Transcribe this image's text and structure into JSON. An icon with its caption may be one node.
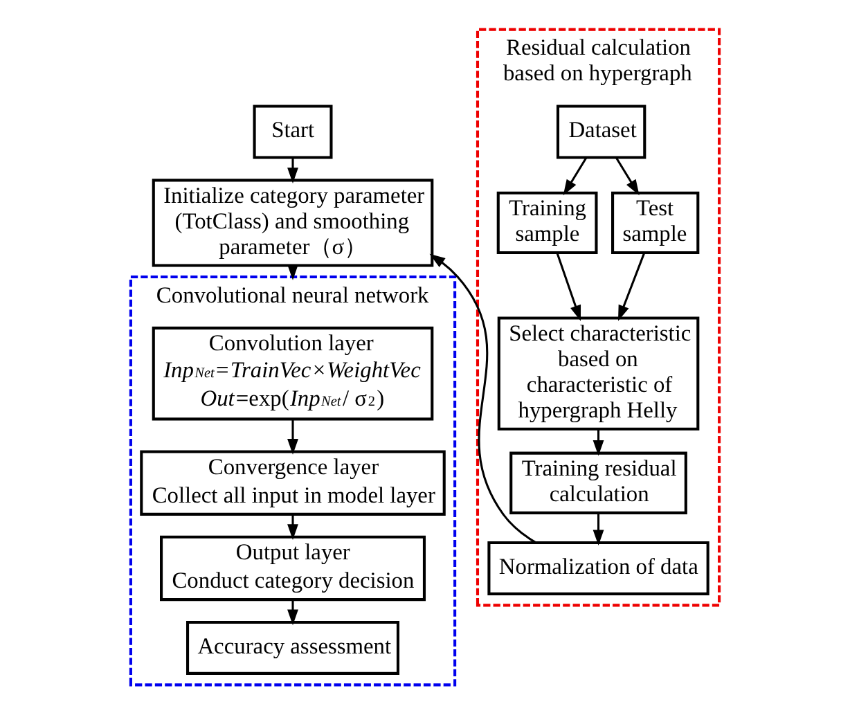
{
  "diagram": {
    "nodes": [
      {
        "text": [
          "Start"
        ]
      },
      {
        "text": [
          "Initialize category parameter (TotClass) and smoothing parameter（σ）"
        ]
      },
      {
        "text": [
          "Convolutional neural network"
        ]
      },
      {
        "text": [
          "Convolution layer",
          "*Inp*$_{Net}$=*TrainVec*×*WeightVec*",
          "*Out*=exp(*Inp*$_{Net}$/ σ$^{2}$)"
        ],
        "in": 2
      },
      {
        "text": [
          "Convergence layer",
          "Collect all input in model layer"
        ],
        "in": 2
      },
      {
        "text": [
          "Output layer",
          "Conduct category decision"
        ],
        "in": 2
      },
      {
        "text": [
          "Accuracy assessment"
        ],
        "in": 2
      },
      {
        "text": [
          "Residual calculation based on hypergraph"
        ]
      },
      {
        "text": [
          "Dataset"
        ],
        "in": 7
      },
      {
        "text": [
          "Training sample"
        ],
        "in": 7
      },
      {
        "text": [
          "Test sample"
        ],
        "in": 7
      },
      {
        "text": [
          "Select characteristic based on characteristic of hypergraph Helly"
        ],
        "in": 7
      },
      {
        "text": [
          "Training residual calculation"
        ],
        "in": 7
      },
      {
        "text": [
          "Normalization of data"
        ],
        "in": 7
      }
    ],
    "edges": [
      {
        "from": 0,
        "to": 1,
        "arrow": "to"
      },
      {
        "from": 1,
        "to": 2,
        "arrow": "to"
      },
      {
        "from": 3,
        "to": 4,
        "arrow": "to"
      },
      {
        "from": 4,
        "to": 5,
        "arrow": "to"
      },
      {
        "from": 5,
        "to": 6,
        "arrow": "to"
      },
      {
        "from": 8,
        "to": 9,
        "arrow": "to"
      },
      {
        "from": 8,
        "to": 10,
        "arrow": "to"
      },
      {
        "from": 9,
        "to": 11,
        "arrow": "to"
      },
      {
        "from": 10,
        "to": 11,
        "arrow": "to"
      },
      {
        "from": 11,
        "to": 12,
        "arrow": "to"
      },
      {
        "from": 12,
        "to": 13,
        "arrow": "to"
      },
      {
        "from": 13,
        "to": 1,
        "arrow": "to"
      }
    ]
  }
}
